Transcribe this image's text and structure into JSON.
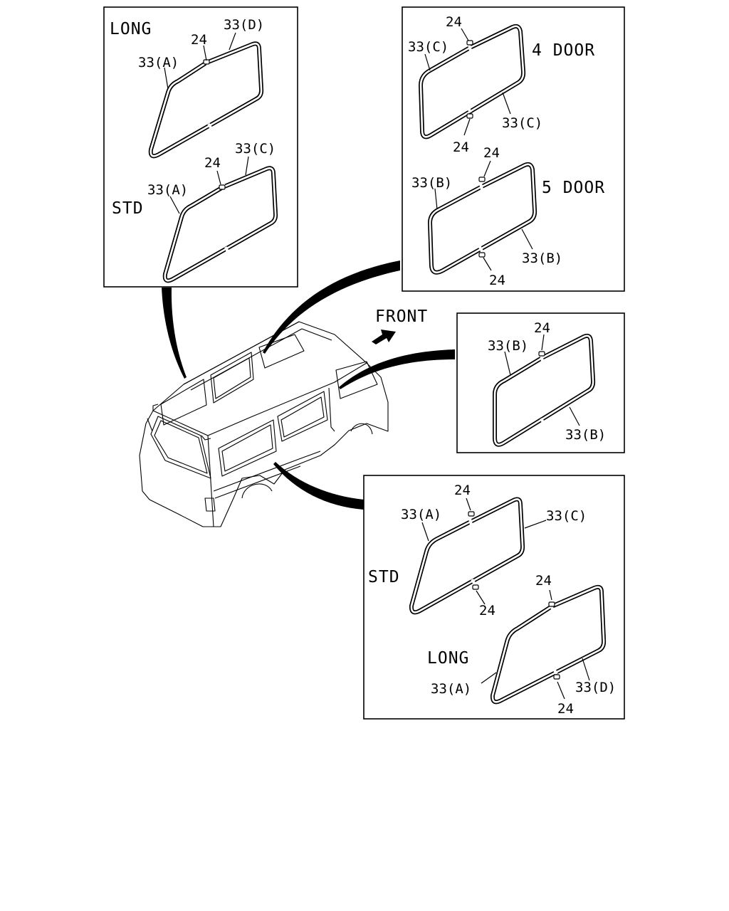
{
  "panels": {
    "top_left": {
      "upper": {
        "variant": "LONG",
        "part_a": "33(A)",
        "part_d": "33(D)",
        "clip": "24"
      },
      "lower": {
        "variant": "STD",
        "part_a": "33(A)",
        "part_c": "33(C)",
        "clip": "24"
      }
    },
    "top_right": {
      "upper": {
        "variant": "4  DOOR",
        "part_c_left": "33(C)",
        "part_c_right": "33(C)",
        "clip_top": "24",
        "clip_bottom": "24"
      },
      "lower": {
        "variant": "5  DOOR",
        "part_b_left": "33(B)",
        "part_b_right": "33(B)",
        "clip_top": "24",
        "clip_bottom": "24"
      }
    },
    "middle_right": {
      "part_b_left": "33(B)",
      "part_b_right": "33(B)",
      "clip": "24"
    },
    "bottom_right": {
      "upper": {
        "variant": "STD",
        "part_a": "33(A)",
        "part_c": "33(C)",
        "clip_top": "24",
        "clip_bottom": "24"
      },
      "lower": {
        "variant": "LONG",
        "part_a": "33(A)",
        "part_d": "33(D)",
        "clip_top": "24",
        "clip_bottom": "24"
      }
    }
  },
  "direction_label": "FRONT"
}
